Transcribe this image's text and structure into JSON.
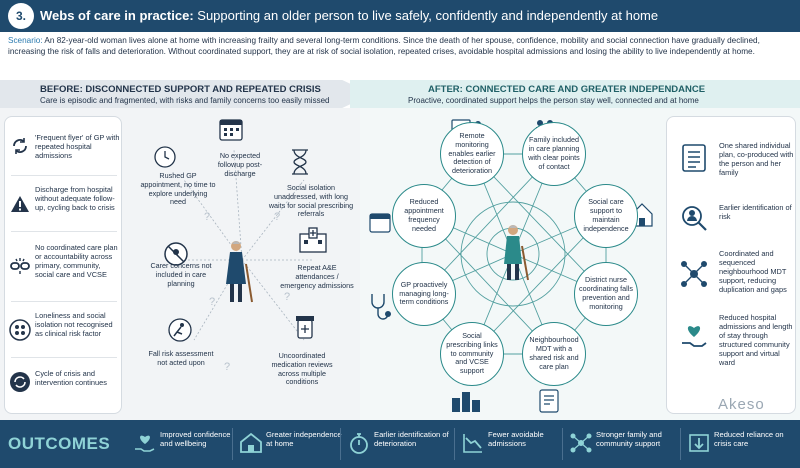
{
  "header": {
    "number": "3.",
    "title_bold": "Webs of care in practice:",
    "title_rest": " Supporting an older person to live safely, confidently and independently at home"
  },
  "scenario": {
    "label": "Scenario:",
    "text": " An 82-year-old woman lives alone at home with increasing frailty and several long-term conditions. Since the death of her spouse, confidence, mobility and social connection have gradually declined, increasing the risk of falls and deterioration. Without coordinated support, they are at risk of social isolation, repeated crises, avoidable hospital admissions and losing the ability to live independently at home."
  },
  "before": {
    "title": "BEFORE: DISCONNECTED SUPPORT AND REPEATED CRISIS",
    "subtitle": "Care is episodic and fragmented, with risks and family concerns too easily missed"
  },
  "after": {
    "title": "AFTER: CONNECTED CARE AND GREATER INDEPENDANCE",
    "subtitle": "Proactive, coordinated support helps the person stay well, connected and at home"
  },
  "left_panel": [
    {
      "icon": "cycle-arrows-icon",
      "text": "'Frequent flyer' of GP with repeated hospital admissions"
    },
    {
      "icon": "warning-triangle-icon",
      "text": "Discharge from hospital without adequate follow-up, cycling back to crisis"
    },
    {
      "icon": "disconnected-links-icon",
      "text": "No coordinated care plan or accountability across primary, community, social care and VCSE"
    },
    {
      "icon": "isolated-people-icon",
      "text": "Loneliness and social isolation not recognised as clinical risk factor"
    },
    {
      "icon": "repeat-cycle-icon",
      "text": "Cycle of crisis and intervention continues"
    }
  ],
  "before_labels": [
    "No expected followup post-discharge",
    "Rushed GP appointment, no time to explore underlying need",
    "Social isolation unaddressed, with long waits for social prescribing referrals",
    "Carer concerns not included in care planning",
    "Repeat A&E attendances / emergency admissions",
    "Fall risk assessment not acted upon",
    "Uncoordinated medication reviews across multiple conditions"
  ],
  "nodes": [
    "Remote monitoring enables earlier detection of deterioration",
    "Family included in care planning with clear points of contact",
    "Reduced appointment frequency needed",
    "Social care support to maintain independence",
    "GP proactively managing long-term conditions",
    "District nurse coordinating falls prevention and monitoring",
    "Social prescribing links to community and VCSE support",
    "Neighbourhood MDT with a shared risk and care plan"
  ],
  "right_panel": [
    {
      "icon": "shared-plan-icon",
      "text": "One shared individual plan, co-produced with the person and her family"
    },
    {
      "icon": "magnifier-person-icon",
      "text": "Earlier identification of risk"
    },
    {
      "icon": "network-icon",
      "text": "Coordinated and sequenced neighbourhood MDT support, reducing duplication and gaps"
    },
    {
      "icon": "heart-hand-icon",
      "text": "Reduced hospital admissions and length of stay through structured community support and virtual ward"
    }
  ],
  "outcomes": {
    "title": "OUTCOMES",
    "items": [
      {
        "icon": "heart-hand-icon",
        "text": "Improved confidence and wellbeing"
      },
      {
        "icon": "house-icon",
        "text": "Greater independence at home"
      },
      {
        "icon": "stopwatch-icon",
        "text": "Earlier identification of deterioration"
      },
      {
        "icon": "trend-down-icon",
        "text": "Fewer avoidable admissions"
      },
      {
        "icon": "community-network-icon",
        "text": "Stronger family and community support"
      },
      {
        "icon": "hospital-down-icon",
        "text": "Reduced reliance on crisis care"
      }
    ]
  },
  "logo": "Akeso",
  "colors": {
    "navy": "#1f4a6d",
    "teal": "#2b8a8a",
    "light_teal": "#8fd3d6",
    "accent_blue": "#2b7bb0"
  }
}
